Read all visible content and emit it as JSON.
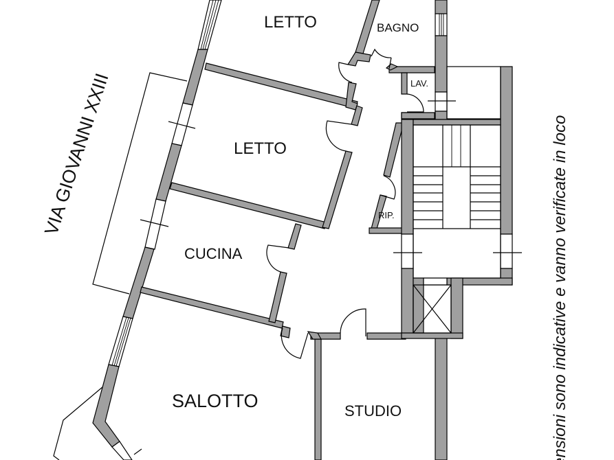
{
  "floorplan": {
    "street": "VIA GIOVANNI XXIII",
    "disclaimer": "ensioni sono indicative e vanno verificate in loco",
    "rooms": {
      "letto_top": "LETTO",
      "bagno": "BAGNO",
      "lav": "LAV.",
      "letto_mid": "LETTO",
      "rip": "RIP.",
      "cucina": "CUCINA",
      "salotto": "SALOTTO",
      "studio": "STUDIO"
    },
    "colors": {
      "wall_fill": "#a0a0a0",
      "line": "#000000",
      "background": "#ffffff"
    }
  }
}
